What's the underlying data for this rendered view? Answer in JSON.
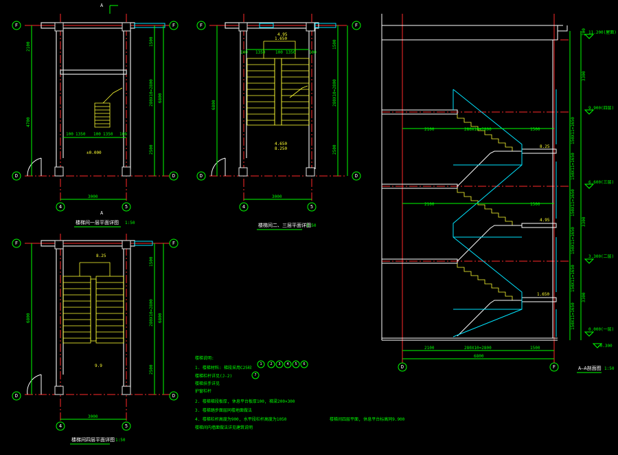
{
  "plan1": {
    "title": "楼梯间一层平面详图",
    "scale": "1:50",
    "axis_top": "F",
    "axis_bottom": "D",
    "axis_left_col": "4",
    "axis_right_col": "5",
    "dim_width": "3000",
    "dim_left_upper": "2100",
    "dim_left_lower": "4700",
    "dim_right_upper": "1500",
    "dim_right_mid": "280X10=2800",
    "dim_right_lower": "2500",
    "dim_right_total": "6800",
    "dim_row": [
      "100",
      "1350",
      "100",
      "1350",
      "100"
    ],
    "elev": "±0.000",
    "section_mark": "A"
  },
  "plan2": {
    "title": "楼梯间二、三层平面详图",
    "scale": "1:50",
    "axis_top": "F",
    "axis_bottom": "D",
    "axis_left_col": "4",
    "axis_right_col": "5",
    "dim_width": "3000",
    "dim_left": "6800",
    "dim_right_upper": "1500",
    "dim_right_mid": "280X10=2800",
    "dim_right_lower": "2500",
    "dim_top_row": [
      "100",
      "1350",
      "100",
      "1350",
      "100"
    ],
    "elev_upper": "4.95",
    "elev_upper2": "1.650",
    "elev_mid": "4.650",
    "elev_mid2": "8.250"
  },
  "plan3": {
    "title": "楼梯间四层平面详图",
    "scale": "1:50",
    "axis_top": "F",
    "axis_bottom": "D",
    "axis_left_col": "4",
    "axis_right_col": "5",
    "dim_width": "3000",
    "dim_left": "6800",
    "dim_right_upper": "1500",
    "dim_right_mid": "280X10=2800",
    "dim_right_lower": "2500",
    "dim_right_total": "6800",
    "elev_upper": "8.25",
    "elev_mid": "9.9"
  },
  "section": {
    "title": "A—A剖面图",
    "scale": "1:50",
    "axis_left": "D",
    "axis_right": "F",
    "dim_total": "6800",
    "dim_bottom": [
      "2100",
      "280X10=2800",
      "1500"
    ],
    "elevations": [
      "11.200(屋面)",
      "9.900(四层)",
      "6.600(三层)",
      "3.300(二层)",
      "0.000(一层)",
      "-0.300"
    ],
    "landing_labels": [
      "8.25",
      "4.95",
      "1.650"
    ],
    "right_dims": [
      "200",
      "3300",
      "150X11=1650",
      "150X11=1650",
      "3300",
      "150X11=1650",
      "150X11=1650",
      "3300",
      "150X11=1650",
      "150X11=1650"
    ]
  },
  "notes": {
    "heading": "楼梯说明:",
    "lines": [
      "1. 楼梯材料: 梯段采用C25砼",
      "   楼梯栏杆详见(J-2)",
      "   楼梯扶手详见",
      "   护窗栏杆",
      "2. 楼梯梯段板厚, 休息平台板厚100, 梯梁200×300",
      "3. 楼梯踏步面层同楼地面做法",
      "4. 楼梯栏杆高度为900, 水平段栏杆高度为1050",
      "   楼梯间内墙面做法详见建筑说明"
    ],
    "note_right": "楼梯间四层平面, 休息平台标高同9.900",
    "bubbles": [
      "1",
      "2",
      "3",
      "4",
      "5",
      "6",
      "7"
    ]
  }
}
